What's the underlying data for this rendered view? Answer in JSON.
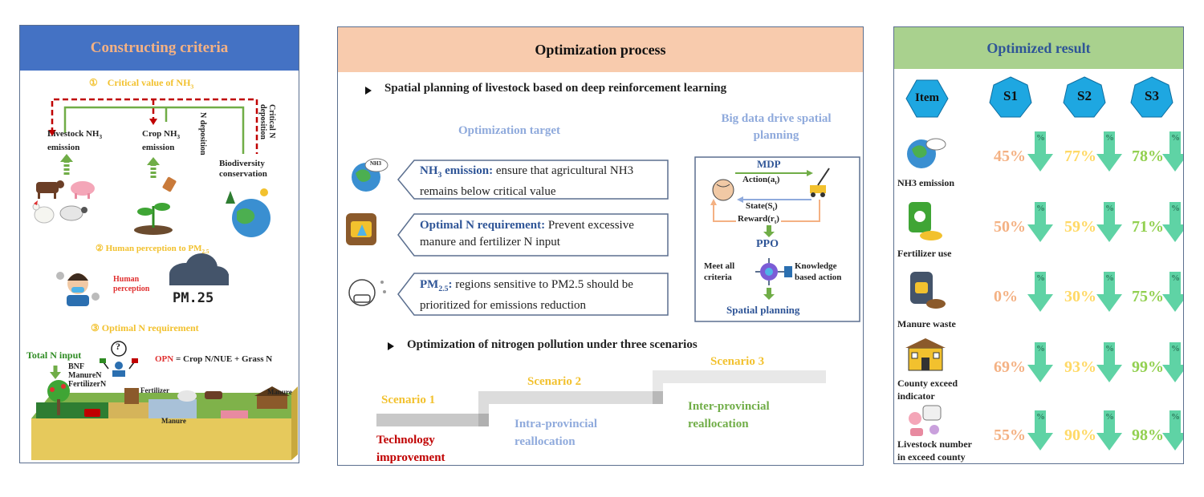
{
  "left": {
    "title": "Constructing criteria",
    "s1_num": "①",
    "s1_label": "Critical value of NH",
    "s1_sub": "3",
    "livestock_label": "Livestock NH",
    "livestock_sub": "3",
    "livestock_label2": "emission",
    "crop_label": "Crop  NH",
    "crop_sub": "3",
    "crop_label2": "emission",
    "n_dep": "N deposition",
    "crit_dep": "Critical N deposition",
    "biodiv": "Biodiversity conservation",
    "s2": "② Human perception to PM",
    "s2_sub": "2.5",
    "human_perception": "Human perception",
    "pm25": "PM.25",
    "s3": "③ Optimal N requirement",
    "total_n": "Total N input",
    "bnf": "BNF",
    "manure_n": "ManureN",
    "fert_n": "FertilizerN",
    "opn_red": "OPN",
    "opn_rest": " = Crop  N/NUE  + Grass N",
    "question": "?",
    "fertilizer": "Fertilizer",
    "manure": "Manure",
    "manure2": "Manure"
  },
  "middle": {
    "title": "Optimization process",
    "heading1": "Spatial planning  of livestock based on deep reinforcement learning",
    "opt_target": "Optimization  target",
    "big_data": "Big data drive spatial planning",
    "box1_bold": "NH",
    "box1_sub": "3",
    "box1_bold2": " emission:",
    "box1_text": " ensure that agricultural NH3 remains below critical value",
    "box2_bold": "Optimal N requirement:",
    "box2_text": "  Prevent excessive manure and fertilizer N input",
    "box3_bold": "PM",
    "box3_sub": "2.5",
    "box3_bold2": ":",
    "box3_text": " regions sensitive to PM2.5 should be prioritized for emissions reduction",
    "mdp": "MDP",
    "action": "Action(a",
    "action_sub": "t",
    "state": "State(S",
    "state_sub": "t",
    "reward": "Reward(r",
    "reward_sub": "t",
    "ppo": "PPO",
    "meet": "Meet all criteria",
    "knowledge": "Knowledge based action",
    "spatial": "Spatial planning",
    "heading2": "Optimization  of nitrogen pollution  under three scenarios",
    "scenario1": "Scenario 1",
    "scenario2": "Scenario 2",
    "scenario3": "Scenario 3",
    "tech": "Technology improvement",
    "intra": "Intra-provincial reallocation",
    "inter": "Inter-provincial reallocation",
    "nh3_icon_text": "NH3"
  },
  "right": {
    "title": "Optimized result",
    "item": "Item",
    "s1": "S1",
    "s2": "S2",
    "s3": "S3",
    "pct_sign": "%",
    "rows": [
      {
        "label": "NH3 emission",
        "v1": "45%",
        "v2": "77%",
        "v3": "78%"
      },
      {
        "label": "Fertilizer  use",
        "v1": "50%",
        "v2": "59%",
        "v3": "71%"
      },
      {
        "label": "Manure waste",
        "v1": "0%",
        "v2": "30%",
        "v3": "75%"
      },
      {
        "label": "County  exceed indicator",
        "v1": "69%",
        "v2": "93%",
        "v3": "99%"
      },
      {
        "label": "Livestock number in exceed county",
        "v1": "55%",
        "v2": "90%",
        "v3": "98%"
      }
    ]
  },
  "colors": {
    "left_head": "#4472c4",
    "left_title": "#f4b183",
    "mid_head": "#f8cbad",
    "right_head": "#a9d18e",
    "right_title": "#2f5597",
    "gold": "#f2c12e",
    "red_dash": "#c00000",
    "green": "#70ad47",
    "teal": "#5fd3a5",
    "hex": "#1ea7e1",
    "s1_color": "#f4b183",
    "s2_color": "#ffd966",
    "s3_color": "#92d050",
    "lightblue": "#8faadc"
  }
}
